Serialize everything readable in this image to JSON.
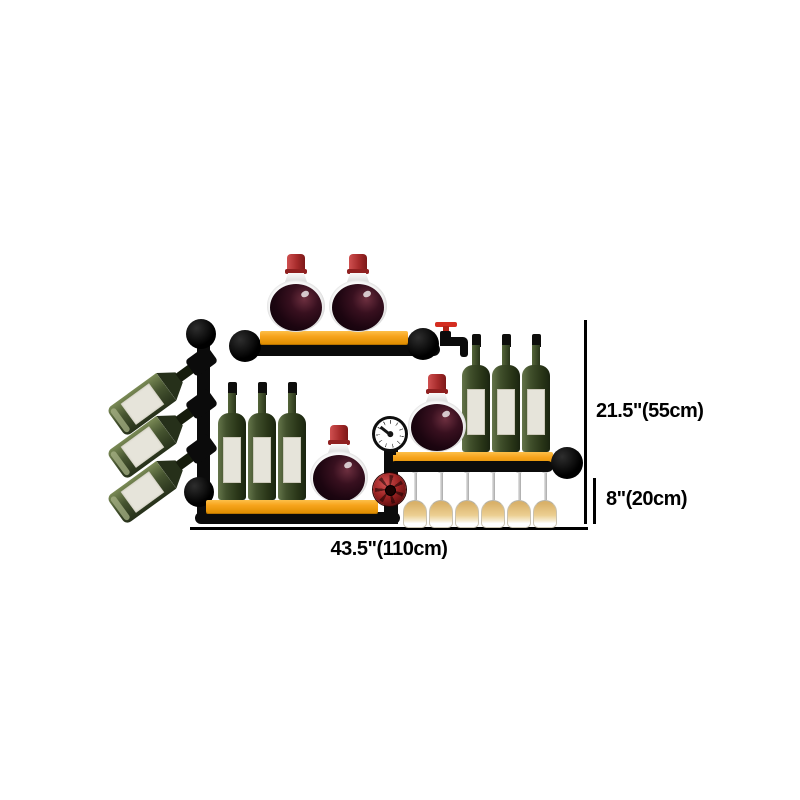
{
  "page": {
    "background": "#ffffff"
  },
  "dimension_labels": {
    "upper_height": "21.5\"(55cm)",
    "lower_height": "8\"(20cm)",
    "total_width": "43.5\"(110cm)"
  },
  "rack": {
    "left_rail": {
      "bottle_count": 3
    },
    "top_shelf": {
      "decanter_count": 2
    },
    "lower_shelf": {
      "bottle_count": 3,
      "decanter_count": 1
    },
    "right_shelf": {
      "bottle_count": 3,
      "decanter_count": 1
    },
    "glass_rack": {
      "glass_count": 6
    }
  },
  "colors": {
    "page_bg": "#FFFFFF",
    "shelf_orange": "#F7A41C",
    "pipe_black": "#0B0B0B",
    "bottle_green_dark": "#2A3618",
    "bottle_label": "#E6E4DA",
    "wine_dark": "#1C0510",
    "decanter_cap_red": "#A62B2B",
    "faucet_handle_red": "#D42D20",
    "valve_wheel_red": "#9B2222",
    "glass_wine_gold": "#ECCF92",
    "dimension_line": "#000000"
  },
  "icons": {
    "faucet": "faucet-icon",
    "pressure_gauge": "pressure-gauge-icon",
    "valve_wheel": "valve-wheel-icon",
    "ball_joint": "pipe-ball-joint"
  }
}
